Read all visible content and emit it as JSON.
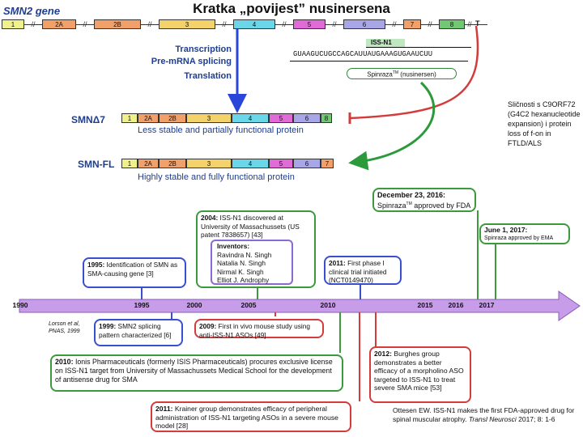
{
  "slide": {
    "title": "Kratka „povijest” nusinersena"
  },
  "gene_diagram": {
    "gene_label": "SMN2 gene",
    "exons": [
      {
        "label": "1",
        "color": "#f1f18c"
      },
      {
        "label": "2A",
        "color": "#f2a06a"
      },
      {
        "label": "2B",
        "color": "#f2a06a"
      },
      {
        "label": "3",
        "color": "#f4d26a"
      },
      {
        "label": "4",
        "color": "#6ad6e8"
      },
      {
        "label": "5",
        "color": "#e06ad6"
      },
      {
        "label": "6",
        "color": "#a8a6e6"
      },
      {
        "label": "7",
        "color": "#f2a06a"
      },
      {
        "label": "8",
        "color": "#72c872"
      }
    ],
    "exon_end_mark": "T",
    "steps": [
      "Transcription",
      "Pre-mRNA splicing",
      "Translation"
    ],
    "iss_label": "ISS-N1",
    "sequence": "GUAAGUCUGCCAGCAUUAUGAAAGUGAAUCUU",
    "spinraza_label": "Spinraza",
    "spinraza_tm": "TM",
    "spinraza_generic": "(nusinersen)",
    "isoforms": [
      {
        "name": "SMNΔ7",
        "caption": "Less stable and partially functional protein",
        "exons": [
          "1",
          "2A",
          "2B",
          "3",
          "4",
          "5",
          "6",
          "8"
        ]
      },
      {
        "name": "SMN-FL",
        "caption": "Highly stable and fully functional protein",
        "exons": [
          "1",
          "2A",
          "2B",
          "3",
          "4",
          "5",
          "6",
          "7"
        ]
      }
    ],
    "side_note": "Sličnosti s C9ORF72 (G4C2 hexanucleotide expansion) i protein loss of f-on in FTLD/ALS"
  },
  "timeline": {
    "years": [
      "1990",
      "1995",
      "2000",
      "2005",
      "2010",
      "2015",
      "2016",
      "2017"
    ],
    "events": {
      "e1995": {
        "year": "1995:",
        "text": " Identification of SMN as SMA-causing gene [3]"
      },
      "e2004": {
        "year": "2004:",
        "text": " ISS-N1 discovered at University of Massachussets (US patent 7838657) [43]"
      },
      "inventors": {
        "heading": "Inventors:",
        "names": [
          "Ravindra N. Singh",
          "Natalia N. Singh",
          "Nirmal K. Singh",
          "Elliot J. Androphy"
        ]
      },
      "e2011a": {
        "year": "2011:",
        "text": " First phase I clinical trial initiated (NCT0149470)"
      },
      "e2016": {
        "date": "December 23, 2016:",
        "text_a": "Spinraza",
        "tm": "TM",
        "text_b": " approved by FDA"
      },
      "e2017": {
        "date": "June 1, 2017:",
        "text": "Spinraza approved by EMA"
      },
      "e1999": {
        "year": "1999:",
        "text": " SMN2 splicing pattern characterized [6]"
      },
      "e2009": {
        "year": "2009:",
        "text": " First in vivo mouse study using anti-ISS-N1 ASOs [49]"
      },
      "e2010": {
        "year": "2010:",
        "text": " Ionis Pharmaceuticals (formerly ISIS Pharmaceuticals) procures exclusive license on ISS-N1 target from University of Massachussets Medical School for the development of antisense drug for SMA"
      },
      "e2011b": {
        "year": "2011:",
        "text": " Krainer group demonstrates efficacy of peripheral administration of ISS-N1 targeting ASOs in a severe mouse model [28]"
      },
      "e2012": {
        "year": "2012:",
        "text": " Burghes group demonstrates a better efficacy of a morpholino ASO targeted to ISS-N1 to treat severe SMA mice [53]"
      }
    },
    "left_ref": "Lorson et al, PNAS, 1999",
    "citation": {
      "text": "Ottesen EW. ISS-N1 makes the first FDA-approved drug for spinal muscular atrophy. ",
      "journal": "Transl Neurosci",
      "rest": " 2017; 8: 1-6"
    }
  },
  "colors": {
    "timeline_arrow": "#c79ce8",
    "blue_arrow": "#2a46d8",
    "red_arrow": "#d43c3c",
    "green_arrow": "#2a9a3a"
  }
}
